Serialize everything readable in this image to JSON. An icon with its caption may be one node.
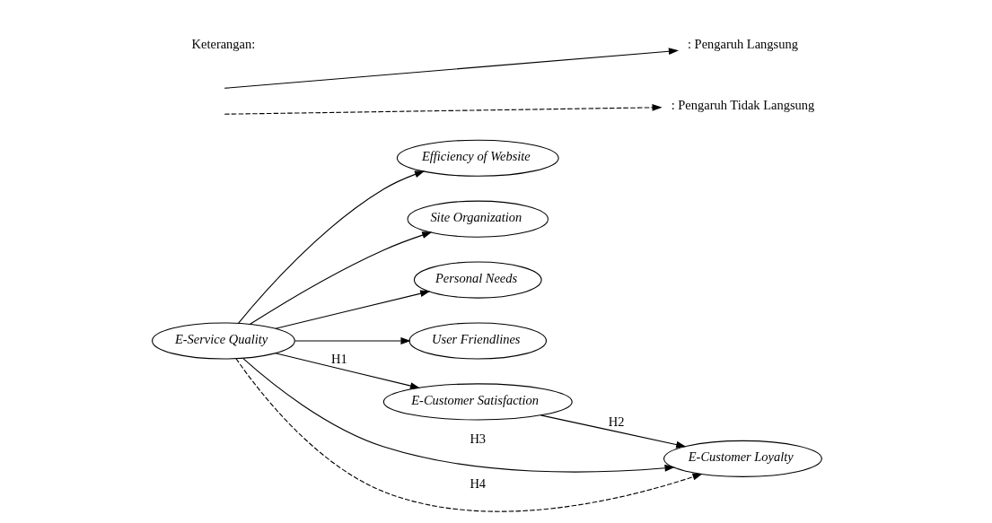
{
  "diagram": {
    "nodes": [
      {
        "text": [
          "Efficiency of Website"
        ]
      },
      {
        "text": [
          "Site Organization"
        ]
      },
      {
        "text": [
          "Personal Needs"
        ]
      },
      {
        "text": [
          "User Friendlines"
        ]
      },
      {
        "text": [
          "E-Service Quality"
        ]
      },
      {
        "text": [
          "E-Customer Satisfaction"
        ]
      },
      {
        "text": [
          "E-Customer Loyalty"
        ]
      }
    ],
    "edges": [
      {
        "from": 4,
        "to": 0,
        "arrow": "to"
      },
      {
        "from": 4,
        "to": 1,
        "arrow": "to"
      },
      {
        "from": 4,
        "to": 2,
        "arrow": "to"
      },
      {
        "from": 4,
        "to": 3,
        "arrow": "to"
      },
      {
        "from": 4,
        "to": 5,
        "arrow": "to",
        "label": "H1"
      },
      {
        "from": 5,
        "to": 6,
        "arrow": "to",
        "label": "H2"
      },
      {
        "from": 4,
        "to": 6,
        "arrow": "to",
        "label": "H3"
      },
      {
        "from": 4,
        "to": 6,
        "arrow": "to",
        "label": "H4",
        "style": "dashed"
      }
    ],
    "labels": [
      "Keterangan:"
    ],
    "legend": [
      {
        "text": ": Pengaruh Langsung"
      },
      {
        "text": ": Pengaruh Tidak Langsung"
      }
    ]
  }
}
